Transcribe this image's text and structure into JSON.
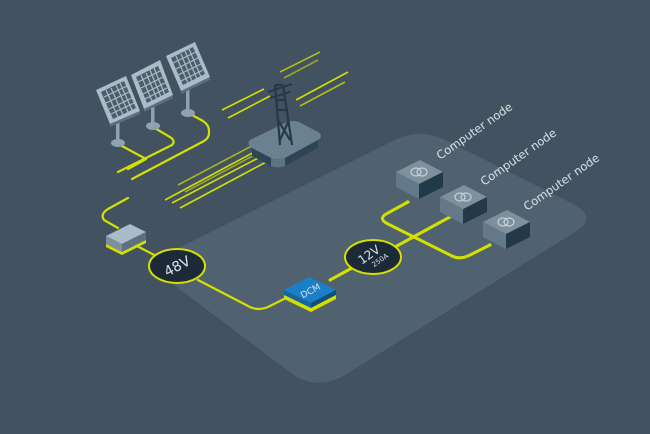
{
  "diagram": {
    "title": "",
    "colors": {
      "background": "#435260",
      "platform": "#50626f",
      "wire": "#d4e000",
      "badge_fill": "#1b2a36",
      "dcm_blue": "#1b7fc7",
      "node_top": "#7e909c",
      "node_side": "#22394a",
      "label_text": "#d9e1e6"
    },
    "sources": {
      "solar_panels": {
        "count": 3,
        "label": ""
      },
      "grid_tower": {
        "label": ""
      }
    },
    "converter_box": {
      "label": ""
    },
    "bus_48v": {
      "label": "48V"
    },
    "dcm": {
      "label": "DCM"
    },
    "bus_12v": {
      "voltage": "12V",
      "current": "250A"
    },
    "nodes": [
      {
        "label": "Computer node"
      },
      {
        "label": "Computer node"
      },
      {
        "label": "Computer node"
      }
    ]
  }
}
